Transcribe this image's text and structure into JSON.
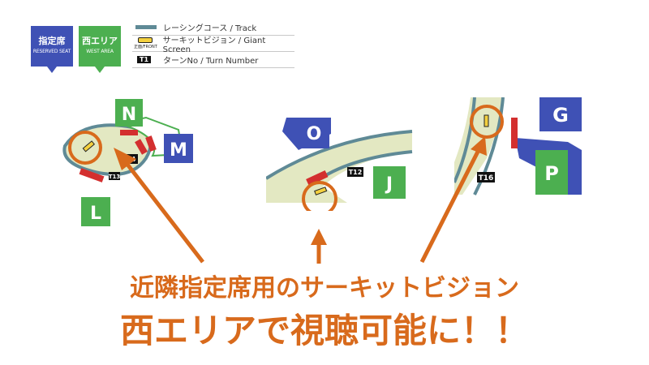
{
  "badges": {
    "reserved": {
      "line1": "指定席",
      "line2": "RESERVED SEAT"
    },
    "west": {
      "line1": "西エリア",
      "line2": "WEST AREA"
    }
  },
  "legend": {
    "track": "レーシングコース / Track",
    "screen": "サーキットビジョン / Giant Screen",
    "screen_symbol_label": "正面/FRONT",
    "turn": "ターンNo / Turn Number",
    "turn_symbol": "T1"
  },
  "maps": {
    "left": {
      "zones": [
        "N",
        "M",
        "L"
      ],
      "turns": [
        "T14",
        "T13"
      ]
    },
    "center": {
      "zones": [
        "O",
        "J"
      ],
      "turns": [
        "T12"
      ]
    },
    "right": {
      "zones": [
        "G",
        "P"
      ],
      "turns": [
        "T16"
      ]
    }
  },
  "colors": {
    "blue_zone": "#3f51b5",
    "green_zone": "#4caf50",
    "track": "#5f8a96",
    "ground": "#e3e8c2",
    "arrow": "#d86a1c",
    "stand": "#d32f2f"
  },
  "caption": {
    "line1": "近隣指定席用のサーキットビジョン",
    "line2": "西エリアで視聴可能に！！"
  }
}
